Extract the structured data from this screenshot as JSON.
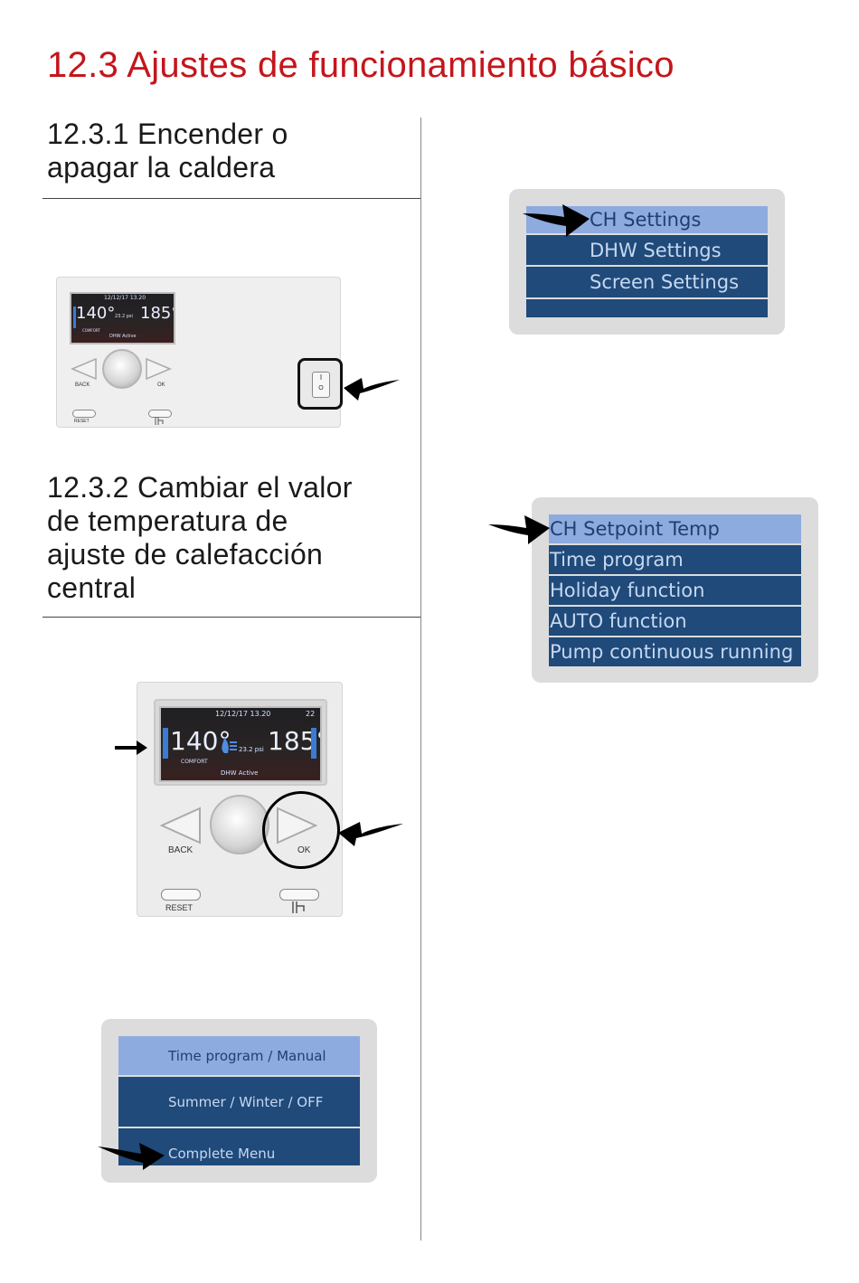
{
  "section": {
    "title": "12.3 Ajustes de funcionamiento básico"
  },
  "sub1": {
    "title_line1": "12.3.1 Encender o",
    "title_line2": "apagar la caldera"
  },
  "sub2": {
    "title_line1": "12.3.2 Cambiar el valor",
    "title_line2": "de temperatura de",
    "title_line3": "ajuste de calefacción",
    "title_line4": "central"
  },
  "panel_small": {
    "date": "12/12/17 13.20",
    "temp_left": "140°",
    "pressure": "23.2 psi",
    "temp_right": "185°",
    "mode": "COMFORT",
    "status": "DHW Active",
    "back": "BACK",
    "ok": "OK",
    "reset": "RESET",
    "switch_on": "I",
    "switch_off": "O"
  },
  "panel_large": {
    "date": "12/12/17 13.20",
    "temp_left": "140°",
    "pressure": "23.2 psi",
    "temp_right": "185°",
    "mode": "COMFORT",
    "status": "DHW Active",
    "corner": "22",
    "back": "BACK",
    "ok": "OK",
    "reset": "RESET"
  },
  "menu_main": {
    "items": [
      "Time program / Manual",
      "Summer / Winter / OFF",
      "Complete Menu"
    ]
  },
  "menu_settings": {
    "items": [
      "CH Settings",
      "DHW Settings",
      "Screen Settings",
      ""
    ]
  },
  "menu_ch": {
    "items": [
      "CH Setpoint Temp",
      "Time program",
      "Holiday function",
      "AUTO function",
      "Pump continuous running"
    ]
  },
  "colors": {
    "title_red": "#c4161c",
    "menu_dark": "#1f4a7a",
    "menu_selected": "#8eabe0"
  },
  "icons": [
    "arrow-pointer-icon",
    "power-switch-icon",
    "left-arrow-button-icon",
    "right-arrow-button-icon",
    "faucet-icon",
    "flame-icon"
  ]
}
